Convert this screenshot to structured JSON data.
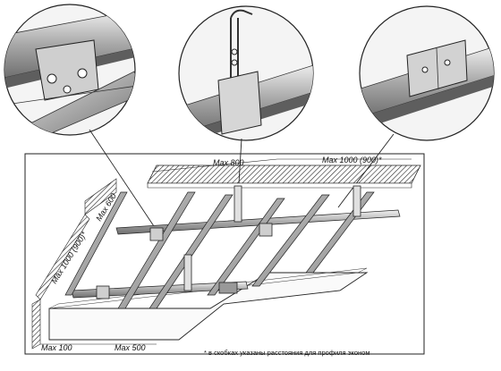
{
  "dimensions": {
    "max_800_top": "Max 800",
    "max_1000_top": "Max 1000 (900)*",
    "max_600_left": "Max 600",
    "max_1000_left": "Max 1000 (900)*",
    "max_100_bottom": "Max 100",
    "max_500_bottom": "Max 500"
  },
  "footnote": "* в скобках указаны расстояния для профиля эконом",
  "details": [
    {
      "icon": "crab-connector-icon"
    },
    {
      "icon": "hanger-clip-icon"
    },
    {
      "icon": "profile-extension-icon"
    }
  ]
}
